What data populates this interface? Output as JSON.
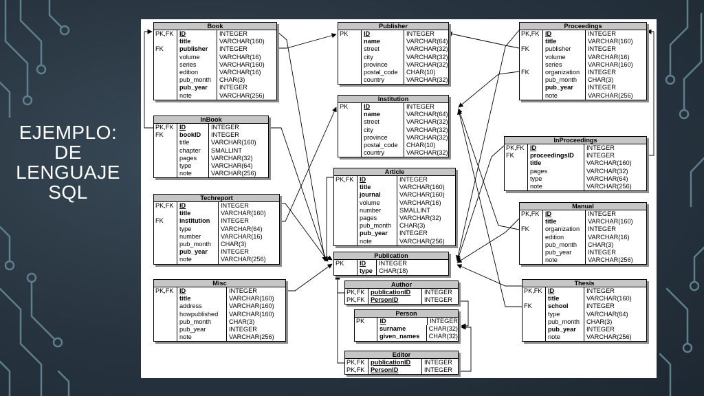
{
  "slide": {
    "title_lines": [
      "EJEMPLO:",
      "DE",
      "LENGUAJE",
      "SQL"
    ],
    "colors": {
      "background": "#27343f",
      "circuit": "#5f7f8c",
      "title": "#ffffff"
    }
  },
  "tables": [
    {
      "id": "book",
      "name": "Book",
      "rows": [
        {
          "k": "PK,FK",
          "n": "ID",
          "t": "INTEGER",
          "s": "u"
        },
        {
          "k": "",
          "n": "title",
          "t": "VARCHAR(160)",
          "s": "b"
        },
        {
          "k": "FK",
          "n": "publisher",
          "t": "INTEGER",
          "s": "b"
        },
        {
          "k": "",
          "n": "volume",
          "t": "VARCHAR(16)",
          "s": ""
        },
        {
          "k": "",
          "n": "series",
          "t": "VARCHAR(160)",
          "s": ""
        },
        {
          "k": "",
          "n": "edition",
          "t": "VARCHAR(16)",
          "s": ""
        },
        {
          "k": "",
          "n": "pub_month",
          "t": "CHAR(3)",
          "s": ""
        },
        {
          "k": "",
          "n": "pub_year",
          "t": "INTEGER",
          "s": "b"
        },
        {
          "k": "",
          "n": "note",
          "t": "VARCHAR(256)",
          "s": ""
        }
      ]
    },
    {
      "id": "inbook",
      "name": "InBook",
      "rows": [
        {
          "k": "PK,FK",
          "n": "ID",
          "t": "INTEGER",
          "s": "u"
        },
        {
          "k": "FK",
          "n": "bookID",
          "t": "INTEGER",
          "s": "b"
        },
        {
          "k": "",
          "n": "title",
          "t": "VARCHAR(160)",
          "s": ""
        },
        {
          "k": "",
          "n": "chapter",
          "t": "SMALLINT",
          "s": ""
        },
        {
          "k": "",
          "n": "pages",
          "t": "VARCHAR(32)",
          "s": ""
        },
        {
          "k": "",
          "n": "type",
          "t": "VARCHAR(64)",
          "s": ""
        },
        {
          "k": "",
          "n": "note",
          "t": "VARCHAR(256)",
          "s": ""
        }
      ]
    },
    {
      "id": "techreport",
      "name": "Techreport",
      "rows": [
        {
          "k": "PK,FK",
          "n": "ID",
          "t": "INTEGER",
          "s": "u"
        },
        {
          "k": "",
          "n": "title",
          "t": "VARCHAR(160)",
          "s": "b"
        },
        {
          "k": "FK",
          "n": "institution",
          "t": "INTEGER",
          "s": "b"
        },
        {
          "k": "",
          "n": "type",
          "t": "VARCHAR(64)",
          "s": ""
        },
        {
          "k": "",
          "n": "number",
          "t": "VARCHAR(16)",
          "s": ""
        },
        {
          "k": "",
          "n": "pub_month",
          "t": "CHAR(3)",
          "s": ""
        },
        {
          "k": "",
          "n": "pub_year",
          "t": "INTEGER",
          "s": "b"
        },
        {
          "k": "",
          "n": "note",
          "t": "VARCHAR(256)",
          "s": ""
        }
      ]
    },
    {
      "id": "misc",
      "name": "Misc",
      "rows": [
        {
          "k": "PK,FK",
          "n": "ID",
          "t": "INTEGER",
          "s": "u"
        },
        {
          "k": "",
          "n": "title",
          "t": "VARCHAR(160)",
          "s": "b"
        },
        {
          "k": "",
          "n": "address",
          "t": "VARCHAR(160)",
          "s": ""
        },
        {
          "k": "",
          "n": "howpublished",
          "t": "VARCHAR(160)",
          "s": ""
        },
        {
          "k": "",
          "n": "pub_month",
          "t": "CHAR(3)",
          "s": ""
        },
        {
          "k": "",
          "n": "pub_year",
          "t": "INTEGER",
          "s": ""
        },
        {
          "k": "",
          "n": "note",
          "t": "VARCHAR(256)",
          "s": ""
        }
      ]
    },
    {
      "id": "publisher",
      "name": "Publisher",
      "rows": [
        {
          "k": "PK",
          "n": "ID",
          "t": "INTEGER",
          "s": "u"
        },
        {
          "k": "",
          "n": "name",
          "t": "VARCHAR(64)",
          "s": "b"
        },
        {
          "k": "",
          "n": "street",
          "t": "VARCHAR(32)",
          "s": ""
        },
        {
          "k": "",
          "n": "city",
          "t": "VARCHAR(32)",
          "s": ""
        },
        {
          "k": "",
          "n": "province",
          "t": "VARCHAR(32)",
          "s": ""
        },
        {
          "k": "",
          "n": "postal_code",
          "t": "CHAR(10)",
          "s": ""
        },
        {
          "k": "",
          "n": "country",
          "t": "VARCHAR(32)",
          "s": ""
        }
      ]
    },
    {
      "id": "institution",
      "name": "Institution",
      "rows": [
        {
          "k": "PK",
          "n": "ID",
          "t": "INTEGER",
          "s": "u"
        },
        {
          "k": "",
          "n": "name",
          "t": "VARCHAR(64)",
          "s": "b"
        },
        {
          "k": "",
          "n": "street",
          "t": "VARCHAR(32)",
          "s": ""
        },
        {
          "k": "",
          "n": "city",
          "t": "VARCHAR(32)",
          "s": ""
        },
        {
          "k": "",
          "n": "province",
          "t": "VARCHAR(32)",
          "s": ""
        },
        {
          "k": "",
          "n": "postal_code",
          "t": "CHAR(10)",
          "s": ""
        },
        {
          "k": "",
          "n": "country",
          "t": "VARCHAR(32)",
          "s": ""
        }
      ]
    },
    {
      "id": "article",
      "name": "Article",
      "rows": [
        {
          "k": "PK,FK",
          "n": "ID",
          "t": "INTEGER",
          "s": "u"
        },
        {
          "k": "",
          "n": "title",
          "t": "VARCHAR(160)",
          "s": "b"
        },
        {
          "k": "",
          "n": "journal",
          "t": "VARCHAR(160)",
          "s": "b"
        },
        {
          "k": "",
          "n": "volume",
          "t": "VARCHAR(16)",
          "s": ""
        },
        {
          "k": "",
          "n": "number",
          "t": "SMALLINT",
          "s": ""
        },
        {
          "k": "",
          "n": "pages",
          "t": "VARCHAR(32)",
          "s": ""
        },
        {
          "k": "",
          "n": "pub_month",
          "t": "CHAR(3)",
          "s": ""
        },
        {
          "k": "",
          "n": "pub_year",
          "t": "INTEGER",
          "s": "b"
        },
        {
          "k": "",
          "n": "note",
          "t": "VARCHAR(256)",
          "s": ""
        }
      ]
    },
    {
      "id": "publication",
      "name": "Publication",
      "rows": [
        {
          "k": "PK",
          "n": "ID",
          "t": "INTEGER",
          "s": "u"
        },
        {
          "k": "",
          "n": "type",
          "t": "CHAR(18)",
          "s": "b"
        }
      ]
    },
    {
      "id": "author",
      "name": "Author",
      "rows": [
        {
          "k": "PK,FK",
          "n": "publicationID",
          "t": "INTEGER",
          "s": "u"
        },
        {
          "k": "PK,FK",
          "n": "PersonID",
          "t": "INTEGER",
          "s": "u"
        }
      ]
    },
    {
      "id": "person",
      "name": "Person",
      "rows": [
        {
          "k": "PK",
          "n": "ID",
          "t": "INTEGER",
          "s": "u"
        },
        {
          "k": "",
          "n": "surname",
          "t": "CHAR(32)",
          "s": "b"
        },
        {
          "k": "",
          "n": "given_names",
          "t": "CHAR(32)",
          "s": "b"
        }
      ]
    },
    {
      "id": "editor",
      "name": "Editor",
      "rows": [
        {
          "k": "PK,FK",
          "n": "publicationID",
          "t": "INTEGER",
          "s": "u"
        },
        {
          "k": "PK,FK",
          "n": "PersonID",
          "t": "INTEGER",
          "s": "u"
        }
      ]
    },
    {
      "id": "proceedings",
      "name": "Proceedings",
      "rows": [
        {
          "k": "PK,FK",
          "n": "ID",
          "t": "INTEGER",
          "s": "u"
        },
        {
          "k": "",
          "n": "title",
          "t": "VARCHAR(160)",
          "s": "b"
        },
        {
          "k": "FK",
          "n": "publisher",
          "t": "INTEGER",
          "s": ""
        },
        {
          "k": "",
          "n": "volume",
          "t": "VARCHAR(16)",
          "s": ""
        },
        {
          "k": "",
          "n": "series",
          "t": "VARCHAR(160)",
          "s": ""
        },
        {
          "k": "FK",
          "n": "organization",
          "t": "INTEGER",
          "s": ""
        },
        {
          "k": "",
          "n": "pub_month",
          "t": "CHAR(3)",
          "s": ""
        },
        {
          "k": "",
          "n": "pub_year",
          "t": "INTEGER",
          "s": "b"
        },
        {
          "k": "",
          "n": "note",
          "t": "VARCHAR(256)",
          "s": ""
        }
      ]
    },
    {
      "id": "inproceedings",
      "name": "InProceedings",
      "rows": [
        {
          "k": "PK,FK",
          "n": "ID",
          "t": "INTEGER",
          "s": "u"
        },
        {
          "k": "FK",
          "n": "proceedingsID",
          "t": "INTEGER",
          "s": "b"
        },
        {
          "k": "",
          "n": "title",
          "t": "VARCHAR(160)",
          "s": "b"
        },
        {
          "k": "",
          "n": "pages",
          "t": "VARCHAR(32)",
          "s": ""
        },
        {
          "k": "",
          "n": "type",
          "t": "VARCHAR(64)",
          "s": ""
        },
        {
          "k": "",
          "n": "note",
          "t": "VARCHAR(256)",
          "s": ""
        }
      ]
    },
    {
      "id": "manual",
      "name": "Manual",
      "rows": [
        {
          "k": "PK,FK",
          "n": "ID",
          "t": "INTEGER",
          "s": "u"
        },
        {
          "k": "",
          "n": "title",
          "t": "VARCHAR(160)",
          "s": "b"
        },
        {
          "k": "FK",
          "n": "organization",
          "t": "INTEGER",
          "s": ""
        },
        {
          "k": "",
          "n": "edition",
          "t": "VARCHAR(16)",
          "s": ""
        },
        {
          "k": "",
          "n": "pub_month",
          "t": "CHAR(3)",
          "s": ""
        },
        {
          "k": "",
          "n": "pub_year",
          "t": "INTEGER",
          "s": ""
        },
        {
          "k": "",
          "n": "note",
          "t": "VARCHAR(256)",
          "s": ""
        }
      ]
    },
    {
      "id": "thesis",
      "name": "Thesis",
      "rows": [
        {
          "k": "PK,FK",
          "n": "ID",
          "t": "INTEGER",
          "s": "u"
        },
        {
          "k": "",
          "n": "title",
          "t": "VARCHAR(160)",
          "s": "b"
        },
        {
          "k": "FK",
          "n": "school",
          "t": "INTEGER",
          "s": "b"
        },
        {
          "k": "",
          "n": "type",
          "t": "VARCHAR(64)",
          "s": ""
        },
        {
          "k": "",
          "n": "pub_month",
          "t": "CHAR(3)",
          "s": ""
        },
        {
          "k": "",
          "n": "pub_year",
          "t": "INTEGER",
          "s": "b"
        },
        {
          "k": "",
          "n": "note",
          "t": "VARCHAR(256)",
          "s": ""
        }
      ]
    }
  ]
}
